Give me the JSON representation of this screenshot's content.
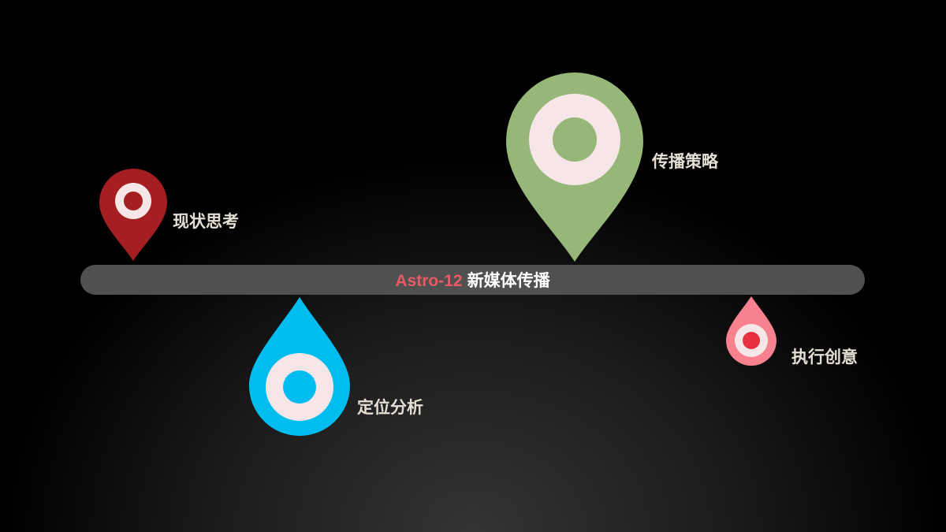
{
  "title": {
    "brand": "Astro-12",
    "rest": "新媒体传播"
  },
  "colors": {
    "background": "#000000",
    "bar": "#505050",
    "brand_text": "#e95a67",
    "label_text": "#e4dfd4",
    "ring": "#f6e6e8",
    "red_pin": "#a51e22",
    "green_pin": "#97b779",
    "blue_drop": "#00bdf0",
    "pink_drop": "#f7818e",
    "pink_center": "#e8303f"
  },
  "markers": [
    {
      "label": "现状思考",
      "shape": "map-pin",
      "position": "above",
      "color": "#a51e22"
    },
    {
      "label": "定位分析",
      "shape": "drop",
      "position": "below",
      "color": "#00bdf0"
    },
    {
      "label": "传播策略",
      "shape": "map-pin",
      "position": "above",
      "color": "#97b779"
    },
    {
      "label": "执行创意",
      "shape": "drop",
      "position": "below",
      "color": "#f7818e"
    }
  ]
}
